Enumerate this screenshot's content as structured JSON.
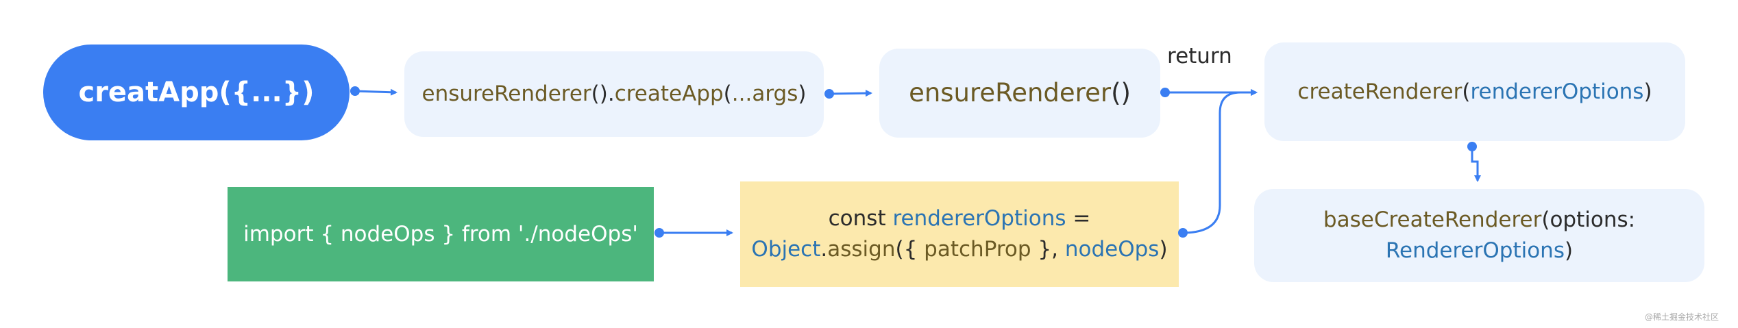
{
  "nodes": {
    "creat_app": {
      "text": "creatApp({...})"
    },
    "ensure_create": {
      "fn1": "ensureRenderer",
      "mid": "().",
      "fn2": "createApp",
      "open": "(",
      "args": "...args",
      "close": ")"
    },
    "ensure_renderer": {
      "fn": "ensureRenderer",
      "parens": "()"
    },
    "create_renderer": {
      "fn": "createRenderer",
      "open": "(",
      "arg": "rendererOptions",
      "close": ")"
    },
    "base_create_renderer": {
      "fn": "baseCreateRenderer",
      "open": "(",
      "param": "options:",
      "type": "RendererOptions",
      "close": ")"
    },
    "import_node_ops": {
      "text": "import { nodeOps } from './nodeOps'"
    },
    "renderer_options": {
      "kw": "const ",
      "var": "rendererOptions",
      "eq": " =",
      "obj": "Object",
      "dot": ".",
      "method": "assign",
      "open": "({ ",
      "prop": "patchProp",
      "mid": " }, ",
      "ops": "nodeOps",
      "close": ")"
    }
  },
  "edge_labels": {
    "return": "return"
  },
  "watermark": "@稀土掘金技术社区",
  "colors": {
    "primary_blue": "#3a7ef2",
    "light_blue": "#ecf3fd",
    "green": "#4cb67d",
    "yellow": "#fce9ad",
    "code_brown": "#6b5a24",
    "code_blue": "#2b74b3",
    "connector": "#3a7ef2"
  }
}
